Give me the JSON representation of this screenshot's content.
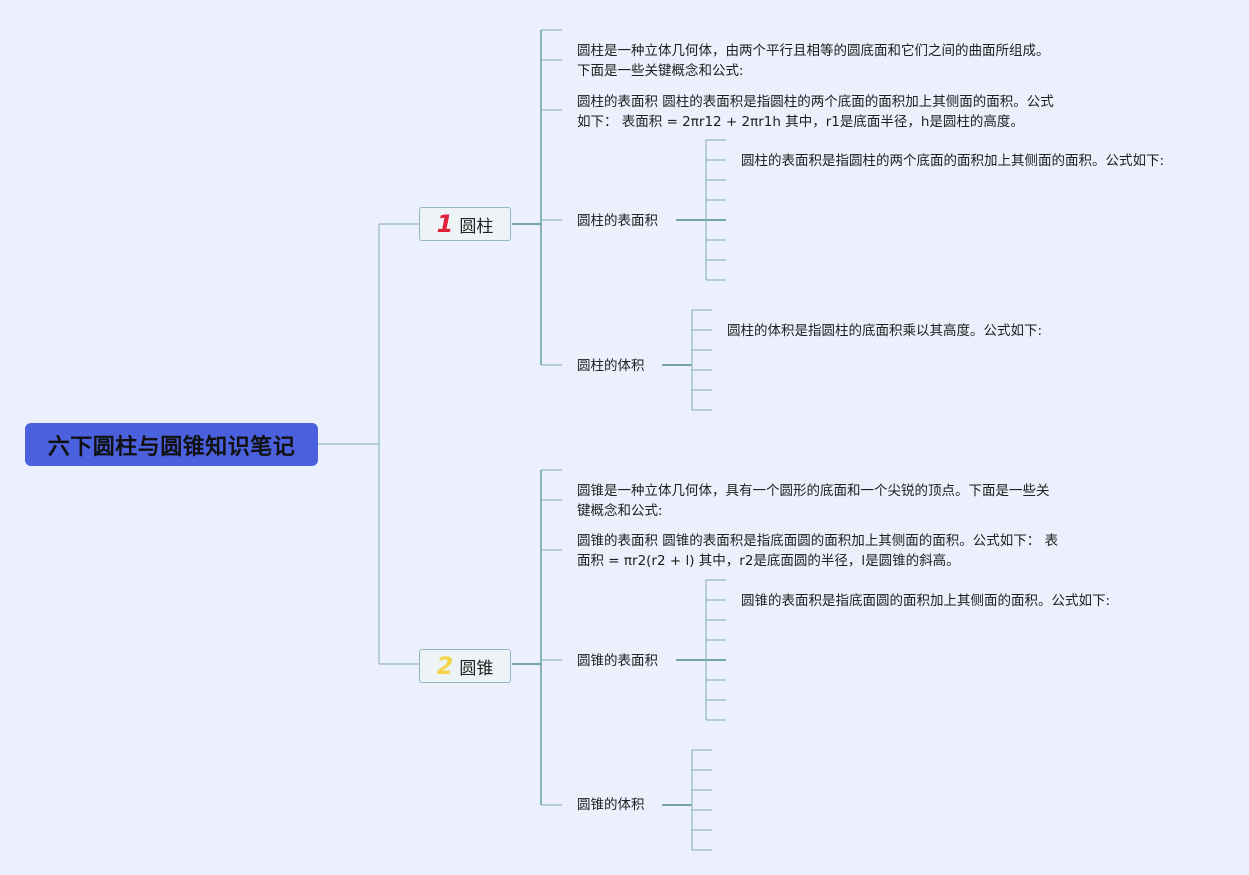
{
  "root": {
    "title": "六下圆柱与圆锥知识笔记"
  },
  "branches": [
    {
      "num": "1",
      "num_color": "#e0213a",
      "label": "圆柱",
      "intro": [
        "圆柱是一种立体几何体，由两个平行且相等的圆底面和它们之间的曲面所组成。",
        "下面是一些关键概念和公式:"
      ],
      "surface_summary": [
        "圆柱的表面积 圆柱的表面积是指圆柱的两个底面的面积加上其侧面的面积。公式",
        "如下：  表面积 = 2πr12 + 2πr1h 其中，r1是底面半径，h是圆柱的高度。"
      ],
      "surface_title": "圆柱的表面积",
      "surface_detail": "圆柱的表面积是指圆柱的两个底面的面积加上其侧面的面积。公式如下:",
      "volume_title": "圆柱的体积",
      "volume_detail": "圆柱的体积是指圆柱的底面积乘以其高度。公式如下:"
    },
    {
      "num": "2",
      "num_color": "#f5d44a",
      "label": "圆锥",
      "intro": [
        "圆锥是一种立体几何体，具有一个圆形的底面和一个尖锐的顶点。下面是一些关",
        "键概念和公式:"
      ],
      "surface_summary": [
        "圆锥的表面积 圆锥的表面积是指底面圆的面积加上其侧面的面积。公式如下：  表",
        "面积 = πr2(r2 + l) 其中，r2是底面圆的半径，l是圆锥的斜高。"
      ],
      "surface_title": "圆锥的表面积",
      "surface_detail": "圆锥的表面积是指底面圆的面积加上其侧面的面积。公式如下:",
      "volume_title": "圆锥的体积",
      "volume_detail": ""
    }
  ],
  "colors": {
    "root_bg": "#4a60dd",
    "line": "#8fb8c4",
    "line_dark": "#4a8a92",
    "background": "#ecf0fc"
  }
}
